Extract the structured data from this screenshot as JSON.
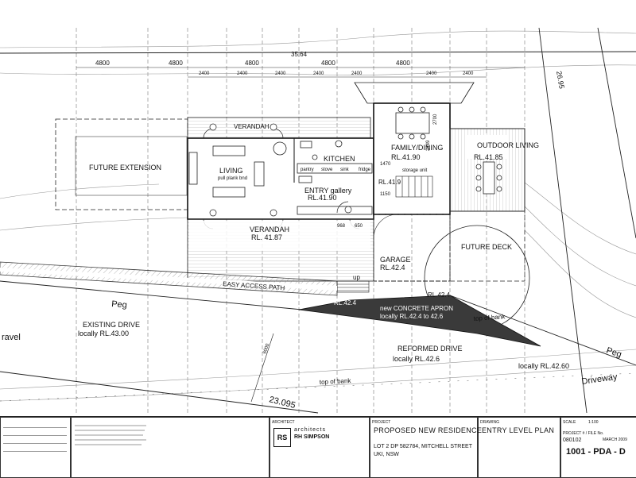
{
  "dimensions": {
    "top_4800": [
      "4800",
      "4800",
      "4800",
      "4800",
      "4800"
    ],
    "top_2400": [
      "2400",
      "2400",
      "2400",
      "2400",
      "2400",
      "2400",
      "2400"
    ],
    "dim_1470": "1470",
    "dim_1150": "1150",
    "dim_968": "968",
    "dim_650": "650",
    "dim_2700": "2700",
    "dim_2449": "2449",
    "dim_6000": "6000",
    "boundary_top": "35.64",
    "boundary_bottom": "23.095"
  },
  "rooms": {
    "future_extension": "FUTURE EXTENSION",
    "verandah_top": "VERANDAH",
    "living": "LIVING",
    "living_sub": "pull plank bnd",
    "kitchen": "KITCHEN",
    "entry": "ENTRY gallery",
    "entry_rl": "RL.41.90",
    "family_dining": "FAMILY/DINING",
    "family_rl": "RL.41.90",
    "outdoor_living": "OUTDOOR LIVING",
    "outdoor_rl": "RL.41.85",
    "verandah_bottom": "VERANDAH",
    "verandah_bottom_rl": "RL. 41.87",
    "garage": "GARAGE",
    "garage_rl": "RL.42.4",
    "future_deck": "FUTURE DECK",
    "rl_419": "RL.41.9",
    "pantry": "pantry",
    "stove": "stove",
    "fridge": "fridge",
    "sink": "sink",
    "storage": "storage unit",
    "up": "up"
  },
  "site": {
    "easy_access_path": "EASY ACCESS PATH",
    "peg_left": "Peg",
    "peg_right": "Peg",
    "rl_424_right": "RL.42.4",
    "rl_424_apron": "RL.42.4",
    "apron_line1": "new CONCRETE APRON",
    "apron_line2": "locally RL.42.4  to  42.6",
    "existing_drive_1": "EXISTING DRIVE",
    "existing_drive_2": "locally RL.43.00",
    "reformed_drive_1": "REFORMED DRIVE",
    "reformed_drive_2": "locally RL.42.6",
    "locally_right": "locally RL.42.60",
    "driveway": "Driveway",
    "gravel": "ravel",
    "top_of_bank": "top of bank",
    "top_of_bank_2": "top of bank"
  },
  "titleblock": {
    "architect_label": "ARCHITECT",
    "firm_line1": "architects",
    "firm_line2": "RH SIMPSON",
    "project_label": "PROJECT",
    "project": "PROPOSED NEW RESIDENCE",
    "address_1": "LOT 2 DP 582784, MITCHELL STREET",
    "address_2": "UKI, NSW",
    "drawing_label": "DRAWING",
    "drawing": "ENTRY LEVEL PLAN",
    "project_no_label": "PROJECT # / FILE No.",
    "project_no": "080102",
    "drawing_no": "1001 - PDA - D",
    "scale_label": "SCALE",
    "scale": "1:100",
    "date": "MARCH 2009",
    "logo": "RS"
  },
  "colors": {
    "line": "#222222",
    "apron": "#3a3a3a",
    "hatch": "#9a9a9a"
  }
}
